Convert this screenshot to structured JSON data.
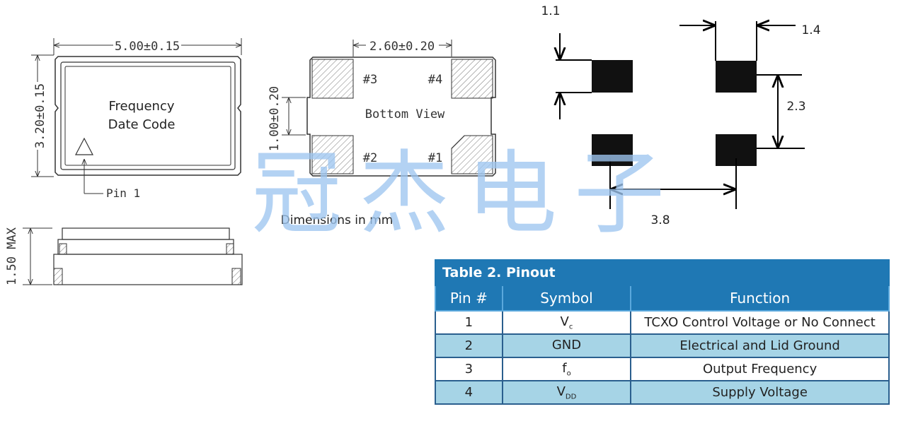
{
  "top_view": {
    "width_dim": "5.00±0.15",
    "height_dim": "3.20±0.15",
    "marking_line1": "Frequency",
    "marking_line2": "Date Code",
    "pin1_label": "Pin 1"
  },
  "side_view": {
    "height_dim": "1.50 MAX"
  },
  "bottom_view": {
    "pad_pitch_dim": "2.60±0.20",
    "pad_height_dim": "1.00±0.20",
    "label": "Bottom View",
    "pads": [
      "#3",
      "#4",
      "#2",
      "#1"
    ]
  },
  "caption": "Dimensions in mm",
  "land_pattern": {
    "pad_height": "1.1",
    "pad_width": "1.4",
    "pad_gap": "2.3",
    "pad_pitch": "3.8"
  },
  "watermark": "冠杰电子",
  "pinout_table": {
    "title": "Table 2. Pinout",
    "headers": [
      "Pin #",
      "Symbol",
      "Function"
    ],
    "rows": [
      {
        "pin": "1",
        "sym": "V",
        "sub": "c",
        "func": "TCXO Control Voltage or No Connect"
      },
      {
        "pin": "2",
        "sym": "GND",
        "sub": "",
        "func": "Electrical and Lid Ground"
      },
      {
        "pin": "3",
        "sym": "f",
        "sub": "o",
        "func": "Output Frequency"
      },
      {
        "pin": "4",
        "sym": "V",
        "sub": "DD",
        "func": "Supply Voltage"
      }
    ]
  },
  "colors": {
    "table_header": "#1f78b4",
    "row_shade": "#a6d4e6",
    "watermark": "#9ec6f0"
  }
}
